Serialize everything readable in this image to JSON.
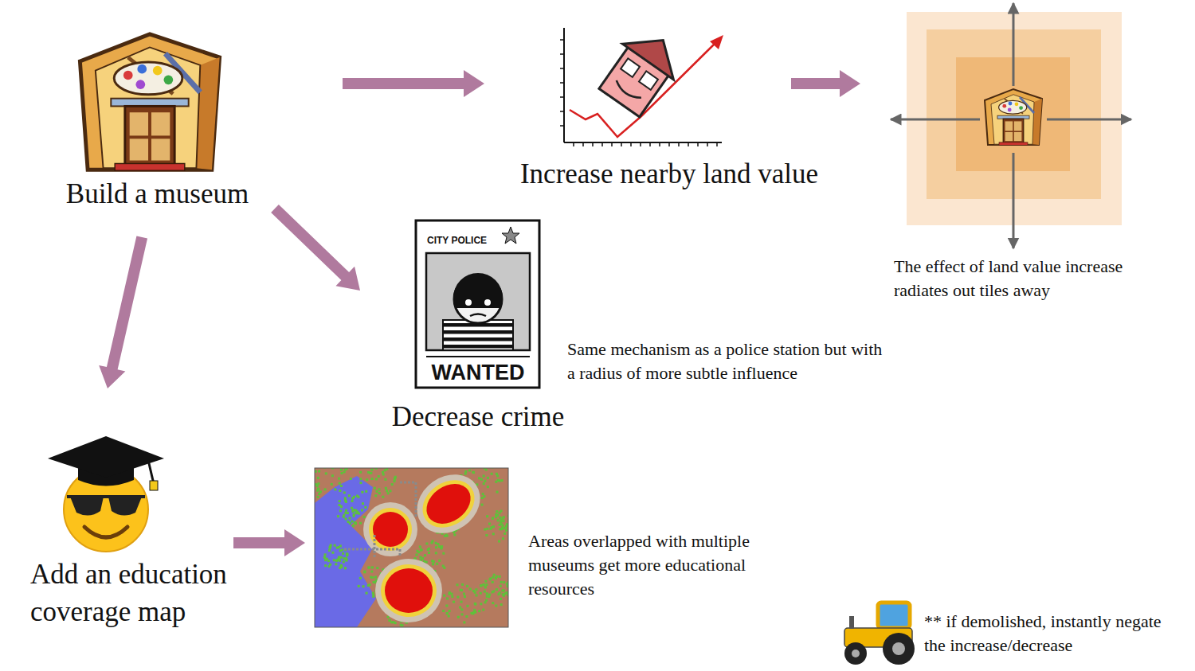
{
  "diagram": {
    "nodes": [
      {
        "text": [
          "Build a museum"
        ]
      },
      {
        "text": [
          "Increase nearby land value"
        ]
      },
      {
        "text": [
          "The effect of land value increase radiates out tiles away"
        ]
      },
      {
        "text": [
          "Decrease crime"
        ]
      },
      {
        "text": [
          "Add an education coverage map"
        ]
      },
      {
        "text": [
          "Areas overlapped with multiple museums get more educational resources"
        ]
      }
    ],
    "edges": [
      {
        "from": 0,
        "to": 1,
        "arrow": "to"
      },
      {
        "from": 1,
        "to": 2,
        "arrow": "to"
      },
      {
        "from": 0,
        "to": 3,
        "arrow": "to"
      },
      {
        "from": 0,
        "to": 4,
        "arrow": "to"
      },
      {
        "from": 4,
        "to": 5,
        "arrow": "to"
      }
    ],
    "labels": [
      "CITY POLICE",
      "WANTED",
      "Same mechanism as a police station but with a radius of more subtle influence",
      "** if demolished, instantly negate the increase/decrease"
    ]
  }
}
